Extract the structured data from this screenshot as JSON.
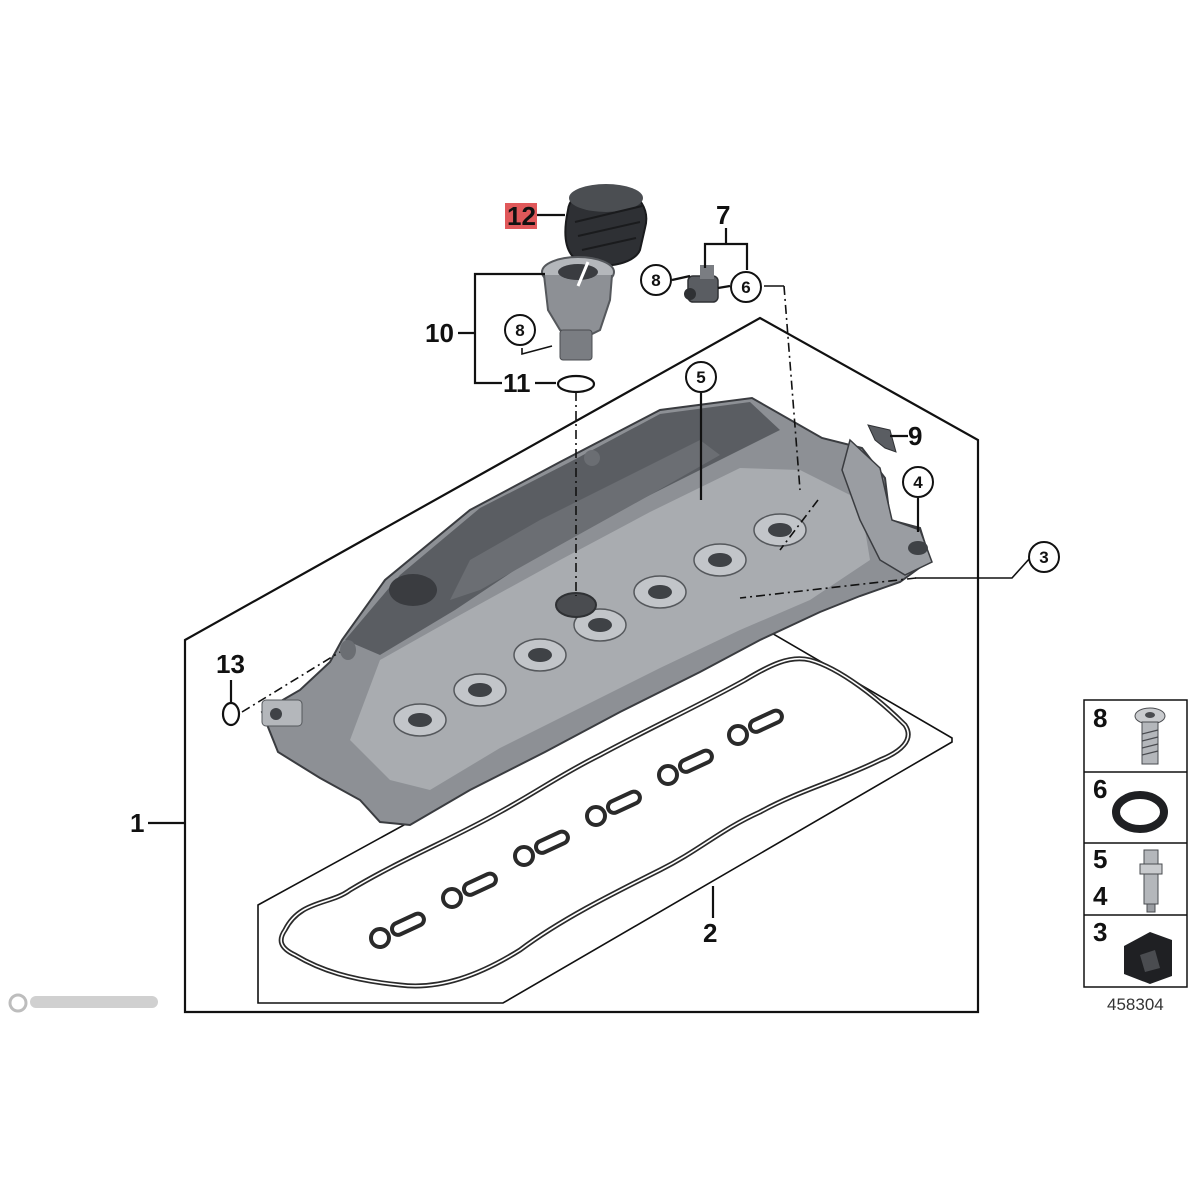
{
  "diagram": {
    "catalog_number": "458304",
    "highlight_color": "#e0585a",
    "callouts": {
      "c1": "1",
      "c2": "2",
      "c3": "3",
      "c4": "4",
      "c5": "5",
      "c6": "6",
      "c7": "7",
      "c8a": "8",
      "c8b": "8",
      "c9": "9",
      "c10": "10",
      "c11": "11",
      "c12": "12",
      "c13": "13"
    },
    "legend": [
      {
        "labels": [
          "8"
        ],
        "icon": "torx-bolt-icon"
      },
      {
        "labels": [
          "6"
        ],
        "icon": "o-ring-icon"
      },
      {
        "labels": [
          "5",
          "4"
        ],
        "icon": "stud-bolt-icon"
      },
      {
        "labels": [
          "3"
        ],
        "icon": "rubber-grommet-icon"
      }
    ]
  }
}
